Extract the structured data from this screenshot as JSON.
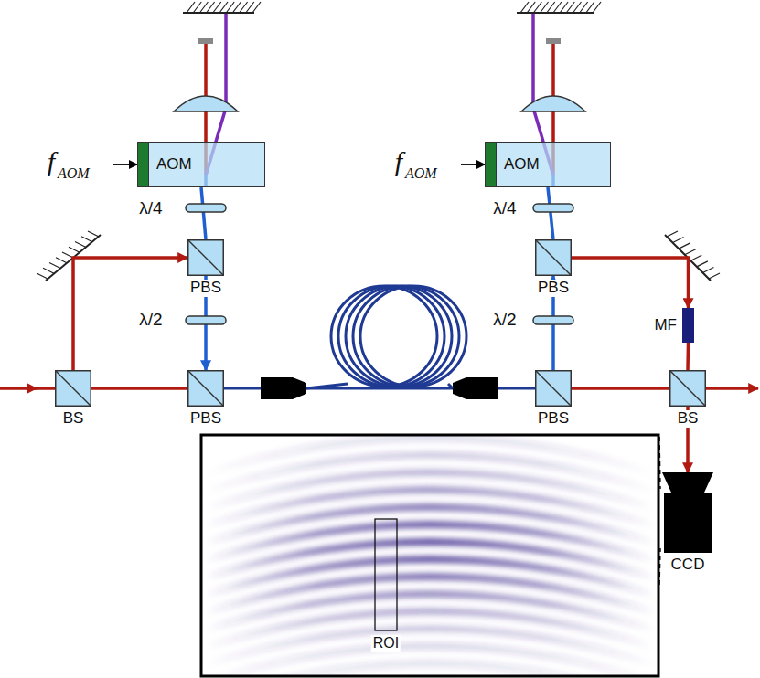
{
  "diagram": {
    "nodes": [
      {
        "text": [
          "AOM"
        ]
      },
      {
        "text": [
          "AOM"
        ]
      },
      {
        "text": [
          "PBS"
        ]
      },
      {
        "text": [
          "PBS"
        ]
      },
      {
        "text": [
          "BS"
        ]
      },
      {
        "text": [
          "PBS"
        ]
      },
      {
        "text": [
          "PBS"
        ]
      },
      {
        "text": [
          "BS"
        ]
      },
      {
        "text": [
          "MF"
        ]
      },
      {
        "text": [
          "CCD"
        ]
      }
    ],
    "edges": [
      {
        "from": 4,
        "to": 3,
        "arrow": "none"
      },
      {
        "from": 4,
        "to": 2,
        "arrow": "to"
      },
      {
        "from": 2,
        "to": 0,
        "arrow": "none"
      },
      {
        "from": 2,
        "to": 3,
        "arrow": "to"
      },
      {
        "from": 3,
        "to": 6,
        "arrow": "none"
      },
      {
        "from": 6,
        "to": 5,
        "arrow": "to"
      },
      {
        "from": 5,
        "to": 1,
        "arrow": "none"
      },
      {
        "from": 5,
        "to": 8,
        "arrow": "to"
      },
      {
        "from": 6,
        "to": 7,
        "arrow": "none"
      },
      {
        "from": 8,
        "to": 7,
        "arrow": "none"
      },
      {
        "from": 7,
        "to": 9,
        "arrow": "to"
      }
    ],
    "labels": [
      "f",
      "AOM",
      "f",
      "AOM",
      "λ/4",
      "λ/2",
      "λ/4",
      "λ/2",
      "ROI"
    ]
  }
}
